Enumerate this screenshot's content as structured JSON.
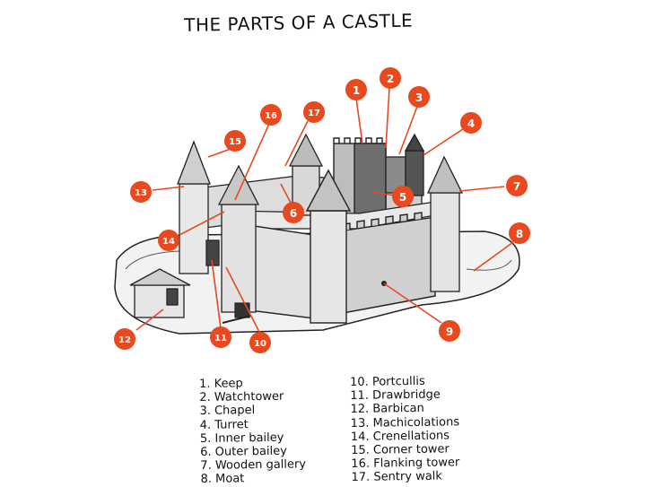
{
  "title": "THE PARTS OF A CASTLE",
  "colors": {
    "callout": "#e8491f",
    "ink": "#1a1a1a"
  },
  "callouts": [
    "1",
    "2",
    "3",
    "4",
    "5",
    "6",
    "7",
    "8",
    "9",
    "10",
    "11",
    "12",
    "13",
    "14",
    "15",
    "16",
    "17"
  ],
  "legend_left": [
    "1. Keep",
    "2. Watchtower",
    "3. Chapel",
    "4. Turret",
    "5. Inner bailey",
    "6. Outer bailey",
    "7. Wooden gallery",
    "8. Moat"
  ],
  "legend_right": [
    "10. Portcullis",
    "11. Drawbridge",
    "12. Barbican",
    "13. Machicolations",
    "14. Crenellations",
    "15. Corner tower",
    "16. Flanking tower",
    "17. Sentry walk"
  ]
}
